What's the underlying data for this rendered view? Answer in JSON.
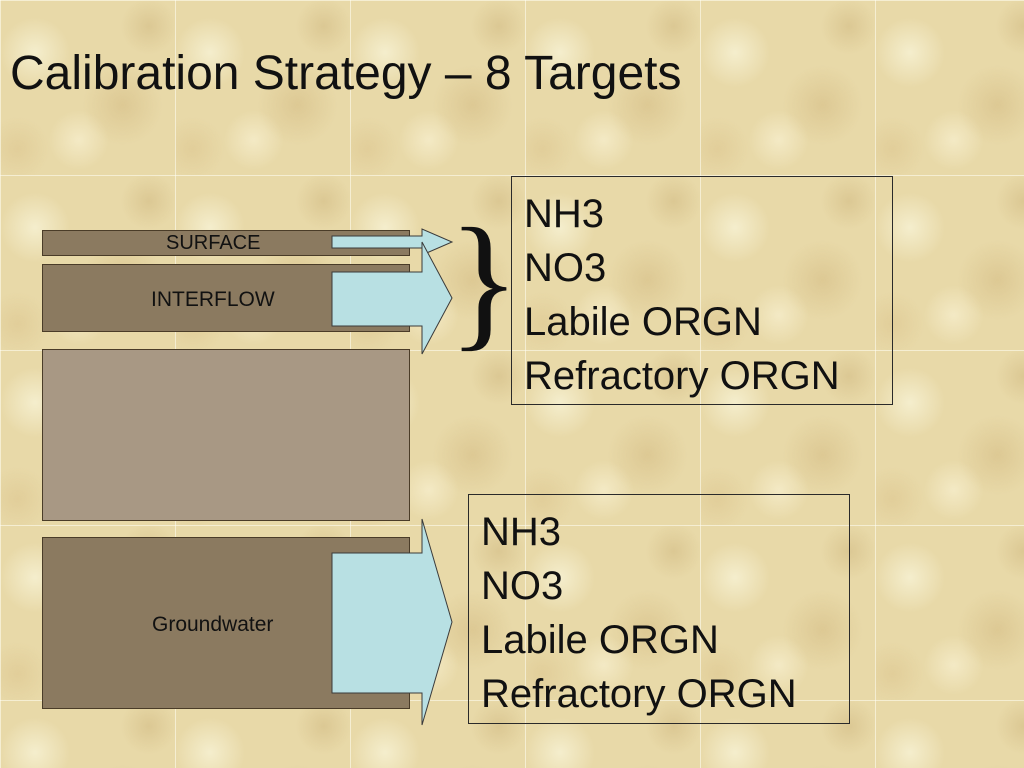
{
  "slide": {
    "title": "Calibration Strategy – 8 Targets"
  },
  "layers": {
    "surface": {
      "label": "SURFACE",
      "color": "#8b7a60"
    },
    "interflow": {
      "label": "INTERFLOW",
      "color": "#8b7a60"
    },
    "middle": {
      "label": "",
      "color": "#a89884"
    },
    "groundwater": {
      "label": "Groundwater",
      "color": "#8b7a60"
    }
  },
  "arrows": {
    "fill_color": "#b8e0e3"
  },
  "targets_upper": {
    "items": [
      "NH3",
      "NO3",
      "Labile ORGN",
      "Refractory ORGN"
    ]
  },
  "targets_lower": {
    "items": [
      "NH3",
      "NO3",
      "Labile ORGN",
      "Refractory ORGN"
    ]
  },
  "brace": {
    "symbol": "}"
  }
}
